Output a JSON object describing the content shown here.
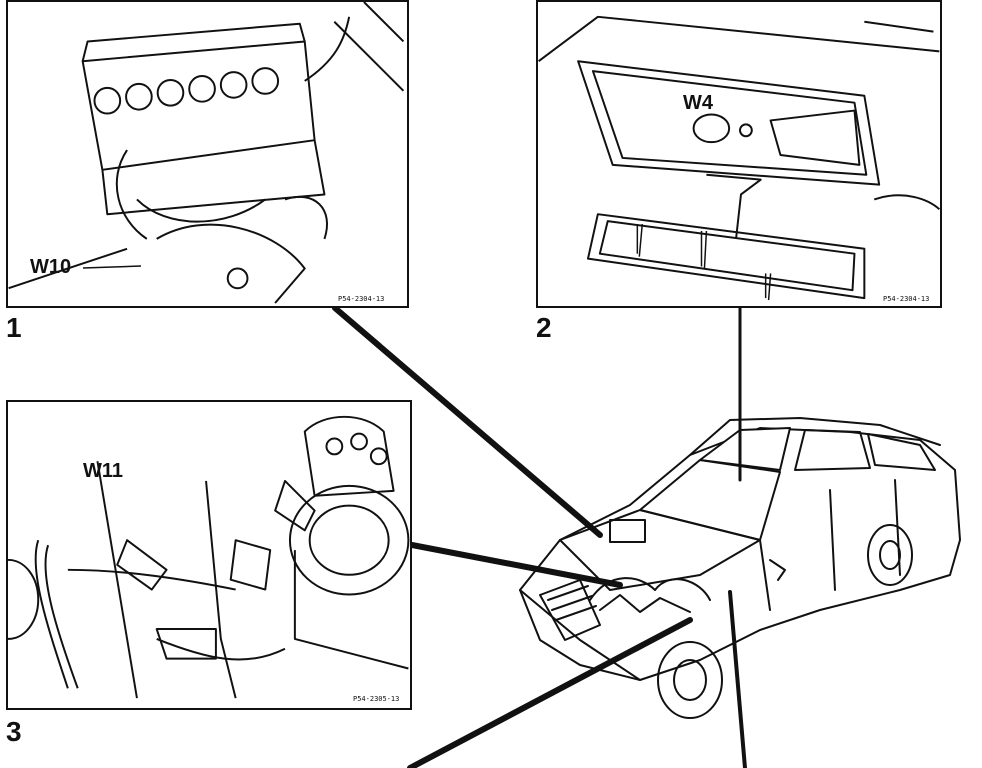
{
  "panels": [
    {
      "number": "1",
      "callout": "W10",
      "ref": "P54-2304-13"
    },
    {
      "number": "2",
      "callout": "W4",
      "ref": "P54-2304-13"
    },
    {
      "number": "3",
      "callout": "W11",
      "ref": "P54-2305-13"
    }
  ]
}
